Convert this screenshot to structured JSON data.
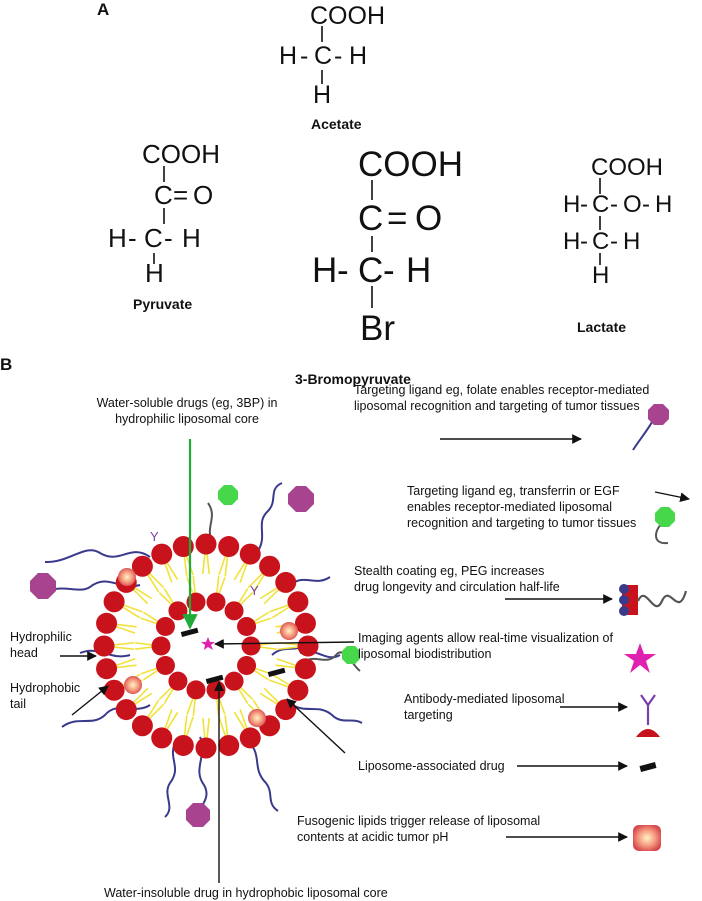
{
  "panel_a": {
    "label": "A",
    "molecules": {
      "acetate": {
        "name": "Acetate",
        "cooh": "COOH",
        "h": "H",
        "c": "C",
        "dash": "–"
      },
      "pyruvate": {
        "name": "Pyruvate",
        "cooh": "COOH",
        "c": "C",
        "o": "O",
        "h": "H"
      },
      "bromopyruvate": {
        "name": "3-Bromopyruvate",
        "cooh": "COOH",
        "c": "C",
        "o": "O",
        "h": "H",
        "br": "Br"
      },
      "lactate": {
        "name": "Lactate",
        "cooh": "COOH",
        "c": "C",
        "o": "O",
        "h": "H"
      }
    }
  },
  "panel_b": {
    "label": "B",
    "annotations": {
      "water_soluble": "Water-soluble drugs (eg, 3BP) in hydrophilic liposomal core",
      "folate": "Targeting ligand eg, folate enables receptor-mediated liposomal recognition and targeting of tumor tissues",
      "transferrin": "Targeting ligand eg, transferrin or EGF enables receptor-mediated liposomal recognition and targeting to tumor tissues",
      "peg": "Stealth coating eg, PEG increases drug longevity and circulation half-life",
      "imaging": "Imaging agents allow real-time visualization of liposomal biodistribution",
      "hydrophilic_head": "Hydrophilic head",
      "hydrophobic_tail": "Hydrophobic tail",
      "antibody": "Antibody-mediated liposomal targeting",
      "associated_drug": "Liposome-associated drug",
      "fusogenic": "Fusogenic lipids trigger release of liposomal contents at acidic tumor pH",
      "insoluble": "Water-insoluble drug in hydrophobic liposomal core"
    },
    "colors": {
      "lipid_head": "#c8121c",
      "lipid_tail": "#f1e23a",
      "peg_chain": "#3a3a8c",
      "folate": "#a8438f",
      "transferrin": "#46d84a",
      "imaging_star": "#e021b0",
      "antibody": "#7a3fa8",
      "drug": "#111111",
      "pointer_green": "#1faa3a"
    },
    "icons": [
      "folate-ligand-icon",
      "transferrin-ligand-icon",
      "peg-coating-icon",
      "imaging-star-icon",
      "antibody-icon",
      "drug-bar-icon",
      "fusogenic-lipid-icon"
    ]
  }
}
